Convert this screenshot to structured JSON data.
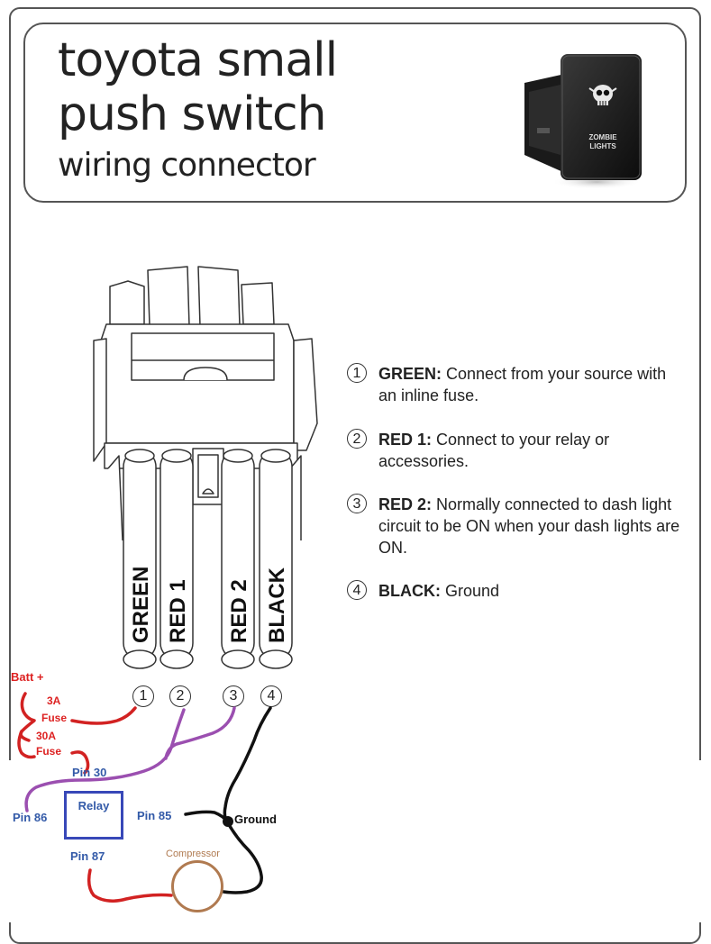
{
  "header": {
    "title_line1": "toyota small",
    "title_line2": "push switch",
    "title_line3": "wiring connector",
    "switch_label_line1": "ZOMBIE",
    "switch_label_line2": "LIGHTS"
  },
  "connector": {
    "wire_labels": [
      "GREEN",
      "RED 1",
      "RED 2",
      "BLACK"
    ],
    "pin_numbers": [
      "1",
      "2",
      "3",
      "4"
    ]
  },
  "instructions": [
    {
      "num": "1",
      "bold": "GREEN:",
      "text": " Connect from your source with an inline fuse."
    },
    {
      "num": "2",
      "bold": "RED 1:",
      "text": " Connect to your relay or accessories."
    },
    {
      "num": "3",
      "bold": "RED 2:",
      "text": " Normally connected to dash light circuit to be ON when your dash lights are ON."
    },
    {
      "num": "4",
      "bold": "BLACK:",
      "text": " Ground"
    }
  ],
  "annotations": {
    "batt": "Batt +",
    "fuse_3a_line1": "3A",
    "fuse_3a_line2": "Fuse",
    "fuse_30a_line1": "30A",
    "fuse_30a_line2": "Fuse",
    "pin30": "Pin 30",
    "pin86": "Pin 86",
    "pin85": "Pin 85",
    "pin87": "Pin 87",
    "relay": "Relay",
    "ground": "Ground",
    "compressor": "Compressor"
  },
  "colors": {
    "annotation_red": "#d22222",
    "annotation_blue": "#335aa8",
    "wire_purple": "#9b4fb0",
    "wire_black": "#111111",
    "compressor_brown": "#b07a50",
    "relay_box_blue": "#3848b8"
  }
}
